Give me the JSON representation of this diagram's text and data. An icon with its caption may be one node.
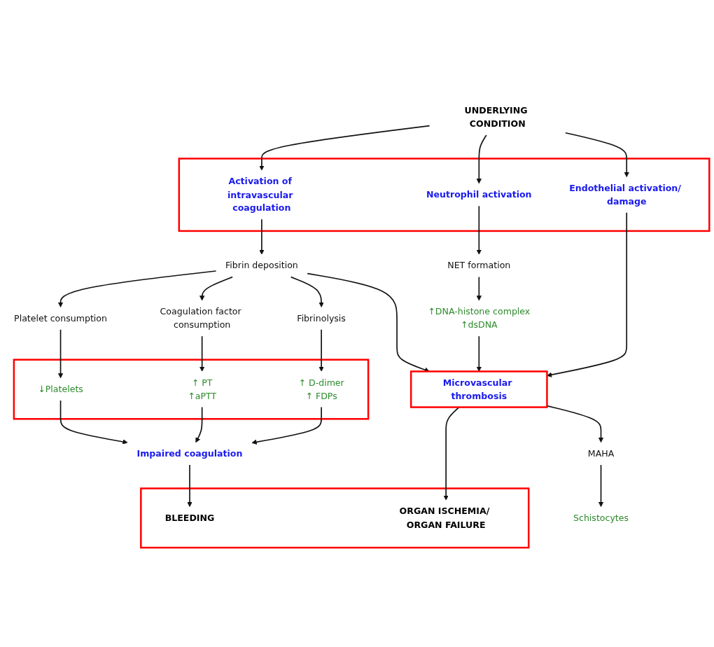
{
  "diagram": {
    "nodes": [
      {
        "text": [
          "UNDERLYING CONDITION"
        ]
      },
      {
        "text": [],
        "shape": "box"
      },
      {
        "text": [
          "Activation of intravascular coagulation"
        ],
        "in": 1
      },
      {
        "text": [
          "Neutrophil activation"
        ],
        "in": 1
      },
      {
        "text": [
          "Endothelial activation/ damage"
        ],
        "in": 1
      },
      {
        "text": [
          "Fibrin deposition"
        ]
      },
      {
        "text": [
          "Platelet consumption"
        ]
      },
      {
        "text": [
          "Coagulation factor consumption"
        ]
      },
      {
        "text": [
          "Fibrinolysis"
        ]
      },
      {
        "text": [
          "NET formation"
        ]
      },
      {
        "text": [],
        "shape": "box"
      },
      {
        "text": [
          "↓Platelets"
        ],
        "in": 10
      },
      {
        "text": [
          "↑ PT",
          "↑aPTT"
        ],
        "in": 10
      },
      {
        "text": [
          "↑ D-dimer",
          "↑ FDPs"
        ],
        "in": 10
      },
      {
        "text": [
          "↑DNA-histone complex",
          "↑dsDNA"
        ]
      },
      {
        "text": [
          "Impaired coagulation"
        ]
      },
      {
        "text": [
          "Microvascular thrombosis"
        ]
      },
      {
        "text": [
          "MAHA"
        ]
      },
      {
        "text": [
          "Schistocytes"
        ]
      },
      {
        "text": [],
        "shape": "box"
      },
      {
        "text": [
          "BLEEDING"
        ],
        "in": 19
      },
      {
        "text": [
          "ORGAN ISCHEMIA/ ORGAN FAILURE"
        ],
        "in": 19
      }
    ],
    "edges": [
      {
        "from": 0,
        "to": 2,
        "arrow": "to"
      },
      {
        "from": 0,
        "to": 3,
        "arrow": "to"
      },
      {
        "from": 0,
        "to": 4,
        "arrow": "to"
      },
      {
        "from": 2,
        "to": 5,
        "arrow": "to"
      },
      {
        "from": 3,
        "to": 9,
        "arrow": "to"
      },
      {
        "from": 4,
        "to": 16,
        "arrow": "to"
      },
      {
        "from": 5,
        "to": 6,
        "arrow": "to"
      },
      {
        "from": 5,
        "to": 7,
        "arrow": "to"
      },
      {
        "from": 5,
        "to": 8,
        "arrow": "to"
      },
      {
        "from": 5,
        "to": 16,
        "arrow": "to"
      },
      {
        "from": 6,
        "to": 11,
        "arrow": "to"
      },
      {
        "from": 7,
        "to": 12,
        "arrow": "to"
      },
      {
        "from": 8,
        "to": 13,
        "arrow": "to"
      },
      {
        "from": 9,
        "to": 14,
        "arrow": "to"
      },
      {
        "from": 14,
        "to": 16,
        "arrow": "to"
      },
      {
        "from": 11,
        "to": 15,
        "arrow": "to"
      },
      {
        "from": 12,
        "to": 15,
        "arrow": "to"
      },
      {
        "from": 13,
        "to": 15,
        "arrow": "to"
      },
      {
        "from": 15,
        "to": 20,
        "arrow": "to"
      },
      {
        "from": 16,
        "to": 21,
        "arrow": "to"
      },
      {
        "from": 16,
        "to": 17,
        "arrow": "to"
      },
      {
        "from": 17,
        "to": 18,
        "arrow": "to"
      }
    ]
  }
}
